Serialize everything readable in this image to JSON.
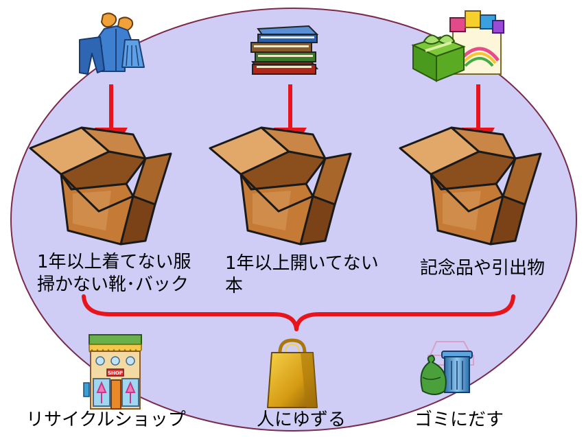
{
  "colors": {
    "ellipse_fill": "#cfcdf6",
    "ellipse_stroke": "#7a2a4a",
    "arrow": "#e8141b",
    "box_light": "#d99a5c",
    "box_mid": "#b8702e",
    "box_dark": "#6e3a12",
    "bracket": "#e8141b"
  },
  "icons": {
    "clothes": "clothes-shoes-icon",
    "books": "books-stack-icon",
    "gifts": "gift-boxes-icon",
    "box": "cardboard-box-icon",
    "shop": "recycle-shop-icon",
    "bag": "shopping-bag-icon",
    "trash": "garbage-can-icon"
  },
  "categories": {
    "clothes": {
      "line1": "1年以上着てない服",
      "line2": "掃かない靴･バック"
    },
    "books": {
      "line1": "1年以上開いてない",
      "line2": "本"
    },
    "gifts": {
      "line1": "記念品や引出物"
    }
  },
  "destinations": {
    "shop": "リサイクルショップ",
    "give": "人にゆずる",
    "trash": "ゴミにだす"
  },
  "shop_sign": "SHOP"
}
